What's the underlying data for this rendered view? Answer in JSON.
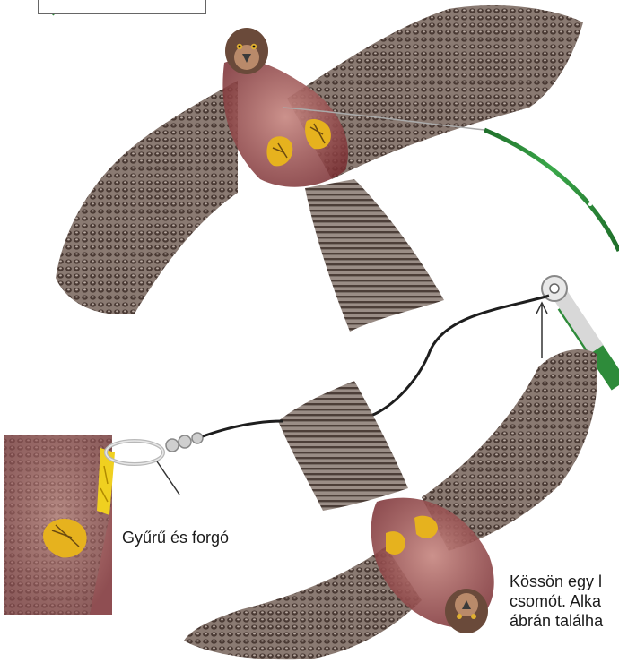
{
  "callout_label": "Gyűrű és forgó",
  "instructions": {
    "line1": "Kössön egy l",
    "line2": "csomót. Alka",
    "line3": "ábrán találha",
    "line4": "......"
  },
  "colors": {
    "wing_brown": "#6e5a52",
    "body_red": "#9a4a48",
    "pole_green": "#2e8b3a",
    "claw_yellow": "#e6b21e",
    "cord_black": "#1e1e1e"
  },
  "icons": {
    "upper_bird": "hawk-kite-icon",
    "lower_bird": "hawk-kite-icon",
    "ring": "ring-swivel-icon",
    "pole": "pole-icon"
  }
}
